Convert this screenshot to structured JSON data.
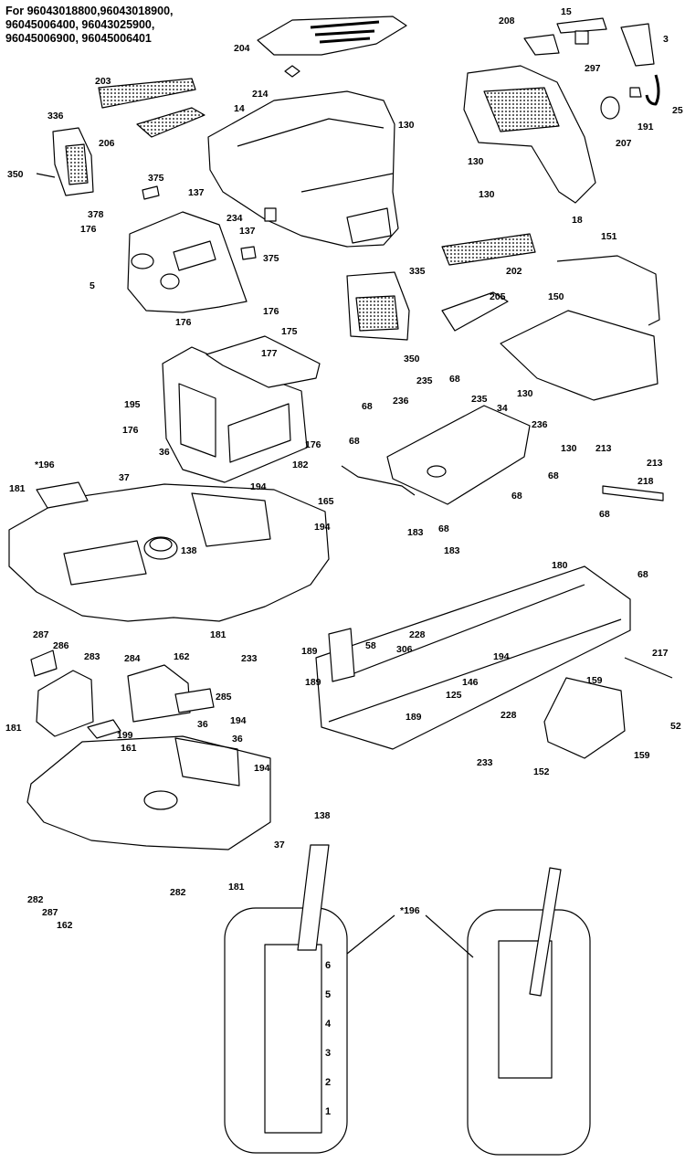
{
  "header": {
    "lines": [
      "For 96043018800,96043018900,",
      "96045006400, 96043025900,",
      "96045006900, 96045006401"
    ]
  },
  "callouts": [
    {
      "id": "c204",
      "text": "204"
    },
    {
      "id": "c214",
      "text": "214"
    },
    {
      "id": "c203",
      "text": "203"
    },
    {
      "id": "c14",
      "text": "14"
    },
    {
      "id": "c336",
      "text": "336"
    },
    {
      "id": "c206",
      "text": "206"
    },
    {
      "id": "c350a",
      "text": "350"
    },
    {
      "id": "c375a",
      "text": "375"
    },
    {
      "id": "c137a",
      "text": "137"
    },
    {
      "id": "c378",
      "text": "378"
    },
    {
      "id": "c176a",
      "text": "176"
    },
    {
      "id": "c234",
      "text": "234"
    },
    {
      "id": "c137b",
      "text": "137"
    },
    {
      "id": "c375b",
      "text": "375"
    },
    {
      "id": "c5",
      "text": "5"
    },
    {
      "id": "c176b",
      "text": "176"
    },
    {
      "id": "c176c",
      "text": "176"
    },
    {
      "id": "c177",
      "text": "177"
    },
    {
      "id": "c175",
      "text": "175"
    },
    {
      "id": "c195",
      "text": "195"
    },
    {
      "id": "c176d",
      "text": "176"
    },
    {
      "id": "c176e",
      "text": "176"
    },
    {
      "id": "c182",
      "text": "182"
    },
    {
      "id": "c36a",
      "text": "36"
    },
    {
      "id": "c196a",
      "text": "*196"
    },
    {
      "id": "c37a",
      "text": "37"
    },
    {
      "id": "c181a",
      "text": "181"
    },
    {
      "id": "c194a",
      "text": "194"
    },
    {
      "id": "c194b",
      "text": "194"
    },
    {
      "id": "c138a",
      "text": "138"
    },
    {
      "id": "c287a",
      "text": "287"
    },
    {
      "id": "c181b",
      "text": "181"
    },
    {
      "id": "c162a",
      "text": "162"
    },
    {
      "id": "c15",
      "text": "15"
    },
    {
      "id": "c208",
      "text": "208"
    },
    {
      "id": "c3",
      "text": "3"
    },
    {
      "id": "c297",
      "text": "297"
    },
    {
      "id": "c25",
      "text": "25"
    },
    {
      "id": "c130a",
      "text": "130"
    },
    {
      "id": "c191",
      "text": "191"
    },
    {
      "id": "c207",
      "text": "207"
    },
    {
      "id": "c130b",
      "text": "130"
    },
    {
      "id": "c130c",
      "text": "130"
    },
    {
      "id": "c18",
      "text": "18"
    },
    {
      "id": "c202",
      "text": "202"
    },
    {
      "id": "c151",
      "text": "151"
    },
    {
      "id": "c335",
      "text": "335"
    },
    {
      "id": "c205",
      "text": "205"
    },
    {
      "id": "c150",
      "text": "150"
    },
    {
      "id": "c350b",
      "text": "350"
    },
    {
      "id": "c130d",
      "text": "130"
    },
    {
      "id": "c235a",
      "text": "235"
    },
    {
      "id": "c68a",
      "text": "68"
    },
    {
      "id": "c68b",
      "text": "68"
    },
    {
      "id": "c236a",
      "text": "236"
    },
    {
      "id": "c235b",
      "text": "235"
    },
    {
      "id": "c34",
      "text": "34"
    },
    {
      "id": "c236b",
      "text": "236"
    },
    {
      "id": "c130e",
      "text": "130"
    },
    {
      "id": "c68c",
      "text": "68"
    },
    {
      "id": "c213a",
      "text": "213"
    },
    {
      "id": "c213b",
      "text": "213"
    },
    {
      "id": "c68d",
      "text": "68"
    },
    {
      "id": "c218",
      "text": "218"
    },
    {
      "id": "c165",
      "text": "165"
    },
    {
      "id": "c68e",
      "text": "68"
    },
    {
      "id": "c183a",
      "text": "183"
    },
    {
      "id": "c68f",
      "text": "68"
    },
    {
      "id": "c183b",
      "text": "183"
    },
    {
      "id": "c68g",
      "text": "68"
    },
    {
      "id": "c68h",
      "text": "68"
    },
    {
      "id": "c180",
      "text": "180"
    },
    {
      "id": "c228a",
      "text": "228"
    },
    {
      "id": "c189a",
      "text": "189"
    },
    {
      "id": "c58",
      "text": "58"
    },
    {
      "id": "c306",
      "text": "306"
    },
    {
      "id": "c233a",
      "text": "233"
    },
    {
      "id": "c194c",
      "text": "194"
    },
    {
      "id": "c189b",
      "text": "189"
    },
    {
      "id": "c146",
      "text": "146"
    },
    {
      "id": "c125",
      "text": "125"
    },
    {
      "id": "c189c",
      "text": "189"
    },
    {
      "id": "c228b",
      "text": "228"
    },
    {
      "id": "c217",
      "text": "217"
    },
    {
      "id": "c159a",
      "text": "159"
    },
    {
      "id": "c52",
      "text": "52"
    },
    {
      "id": "c159b",
      "text": "159"
    },
    {
      "id": "c152",
      "text": "152"
    },
    {
      "id": "c233b",
      "text": "233"
    },
    {
      "id": "c286",
      "text": "286"
    },
    {
      "id": "c283",
      "text": "283"
    },
    {
      "id": "c284",
      "text": "284"
    },
    {
      "id": "c285",
      "text": "285"
    },
    {
      "id": "c181c",
      "text": "181"
    },
    {
      "id": "c199",
      "text": "199"
    },
    {
      "id": "c161",
      "text": "161"
    },
    {
      "id": "c36b",
      "text": "36"
    },
    {
      "id": "c194d",
      "text": "194"
    },
    {
      "id": "c36c",
      "text": "36"
    },
    {
      "id": "c194e",
      "text": "194"
    },
    {
      "id": "c138b",
      "text": "138"
    },
    {
      "id": "c37b",
      "text": "37"
    },
    {
      "id": "c282a",
      "text": "282"
    },
    {
      "id": "c287b",
      "text": "287"
    },
    {
      "id": "c162b",
      "text": "162"
    },
    {
      "id": "c282b",
      "text": "282"
    },
    {
      "id": "c181d",
      "text": "181"
    },
    {
      "id": "c196b",
      "text": "*196"
    }
  ],
  "gate_labels": {
    "left": [
      "6",
      "5",
      "4",
      "3",
      "2",
      "1"
    ]
  }
}
